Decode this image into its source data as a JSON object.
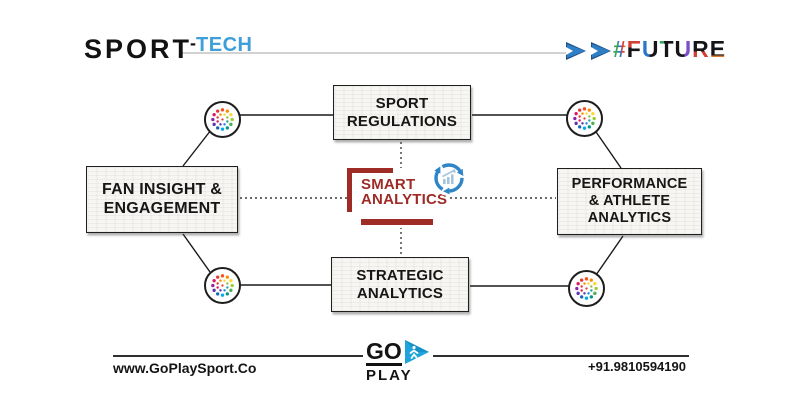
{
  "header": {
    "brand": {
      "sport": "SPORT",
      "hyphen": "-",
      "tech": "TECH"
    },
    "future": {
      "hash": "#",
      "letters": [
        "F",
        "U",
        "T",
        "U",
        "R",
        "E"
      ]
    }
  },
  "diagram": {
    "center": {
      "line1": "SMART",
      "line2": "ANALYTICS"
    },
    "nodes": {
      "top": {
        "lines": [
          "SPORT",
          "REGULATIONS"
        ]
      },
      "left": {
        "lines": [
          "FAN INSIGHT &",
          "ENGAGEMENT"
        ]
      },
      "right": {
        "lines": [
          "PERFORMANCE",
          "& ATHLETE",
          "ANALYTICS"
        ]
      },
      "bottom": {
        "lines": [
          "STRATEGIC",
          "ANALYTICS"
        ]
      }
    }
  },
  "footer": {
    "website": "www.GoPlaySport.Co",
    "phone": "+91.9810594190",
    "logo": {
      "go": "GO",
      "play": "PLAY"
    }
  },
  "icons": {
    "hubs": "color-burst-icon",
    "center": "analytics-cycle-icon",
    "header_arrows": "fast-forward-arrow-icon",
    "logo_mark": "play-button-icon"
  },
  "colors": {
    "accent_red": "#9E2B25",
    "tech_blue": "#3F9FD8",
    "arrow_blue": "#2E79BE",
    "play_blue": "#1FA3DC",
    "line_black": "#1a1a1a"
  }
}
